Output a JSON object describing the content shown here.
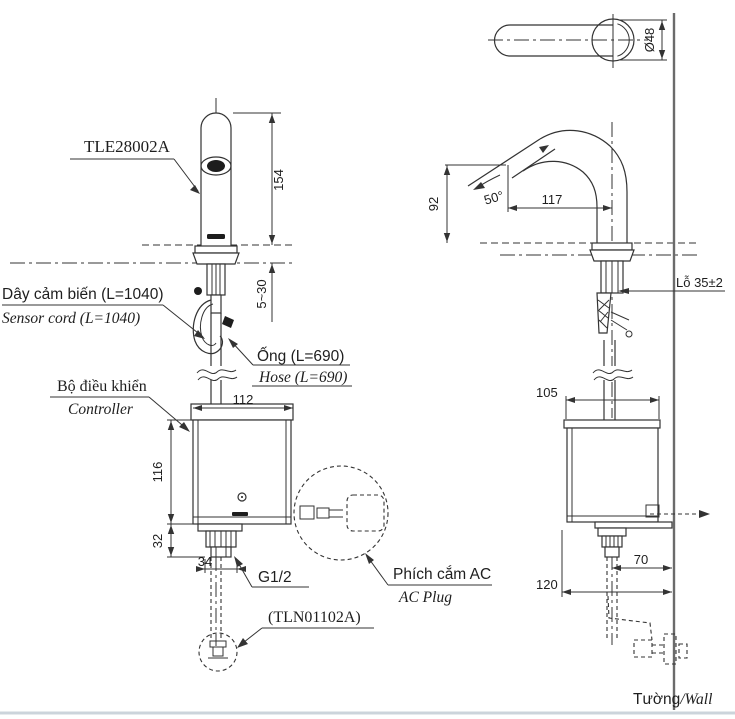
{
  "drawing": {
    "product_code": "TLE28002A",
    "labels": {
      "sensor_cord_vi": "Dây cảm biến (L=1040)",
      "sensor_cord_en": "Sensor cord (L=1040)",
      "controller_vi": "Bộ điều khiển",
      "controller_en": "Controller",
      "hose_vi": "Ống (L=690)",
      "hose_en": "Hose (L=690)",
      "ac_plug_vi": "Phích cắm AC",
      "ac_plug_en": "AC Plug",
      "thread_size": "G1/2",
      "stop_valve_code": "(TLN01102A)",
      "hole_spec": "Lỗ 35±2",
      "wall_vi": "Tường",
      "wall_en": "/Wall"
    },
    "dimensions": {
      "spout_height": "154",
      "deck_thickness": "5~30",
      "controller_width": "112",
      "controller_height": "116",
      "shank_length": "32",
      "shank_width": "34",
      "spout_diameter": "Ø48",
      "outlet_height": "92",
      "spout_angle": "50°",
      "spout_reach": "117",
      "controller_depth": "105",
      "pipe_to_wall": "70",
      "controller_to_wall": "120"
    }
  }
}
